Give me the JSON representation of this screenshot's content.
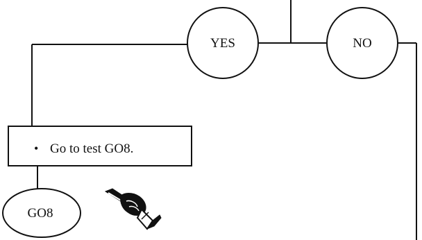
{
  "nodes": {
    "yes": "YES",
    "no": "NO",
    "action_bullet": "•",
    "action_text": "Go to test GO8.",
    "goto_label": "GO8"
  },
  "icons": {
    "pointer": "pointing-hand-icon"
  },
  "colors": {
    "ink": "#111111",
    "paper": "#ffffff"
  }
}
